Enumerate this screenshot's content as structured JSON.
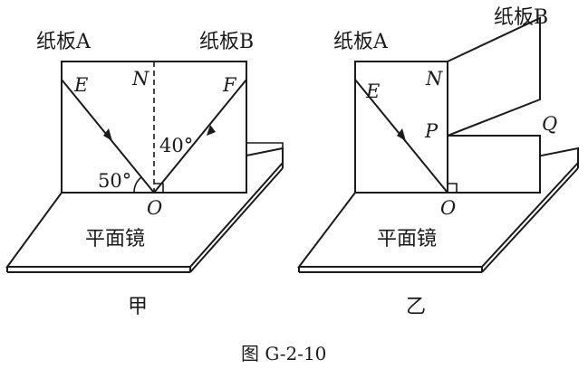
{
  "figure_a": {
    "board_a_label": "纸板A",
    "board_b_label": "纸板B",
    "point_e": "E",
    "point_n": "N",
    "point_f": "F",
    "point_o": "O",
    "angle_incident": "50°",
    "angle_reflected": "40°",
    "mirror_label": "平面镜",
    "sub_caption": "甲"
  },
  "figure_b": {
    "board_a_label": "纸板A",
    "board_b_label": "纸板B",
    "point_e": "E",
    "point_n": "N",
    "point_p": "P",
    "point_q": "Q",
    "point_o": "O",
    "mirror_label": "平面镜",
    "sub_caption": "乙"
  },
  "caption": "图 G-2-10"
}
